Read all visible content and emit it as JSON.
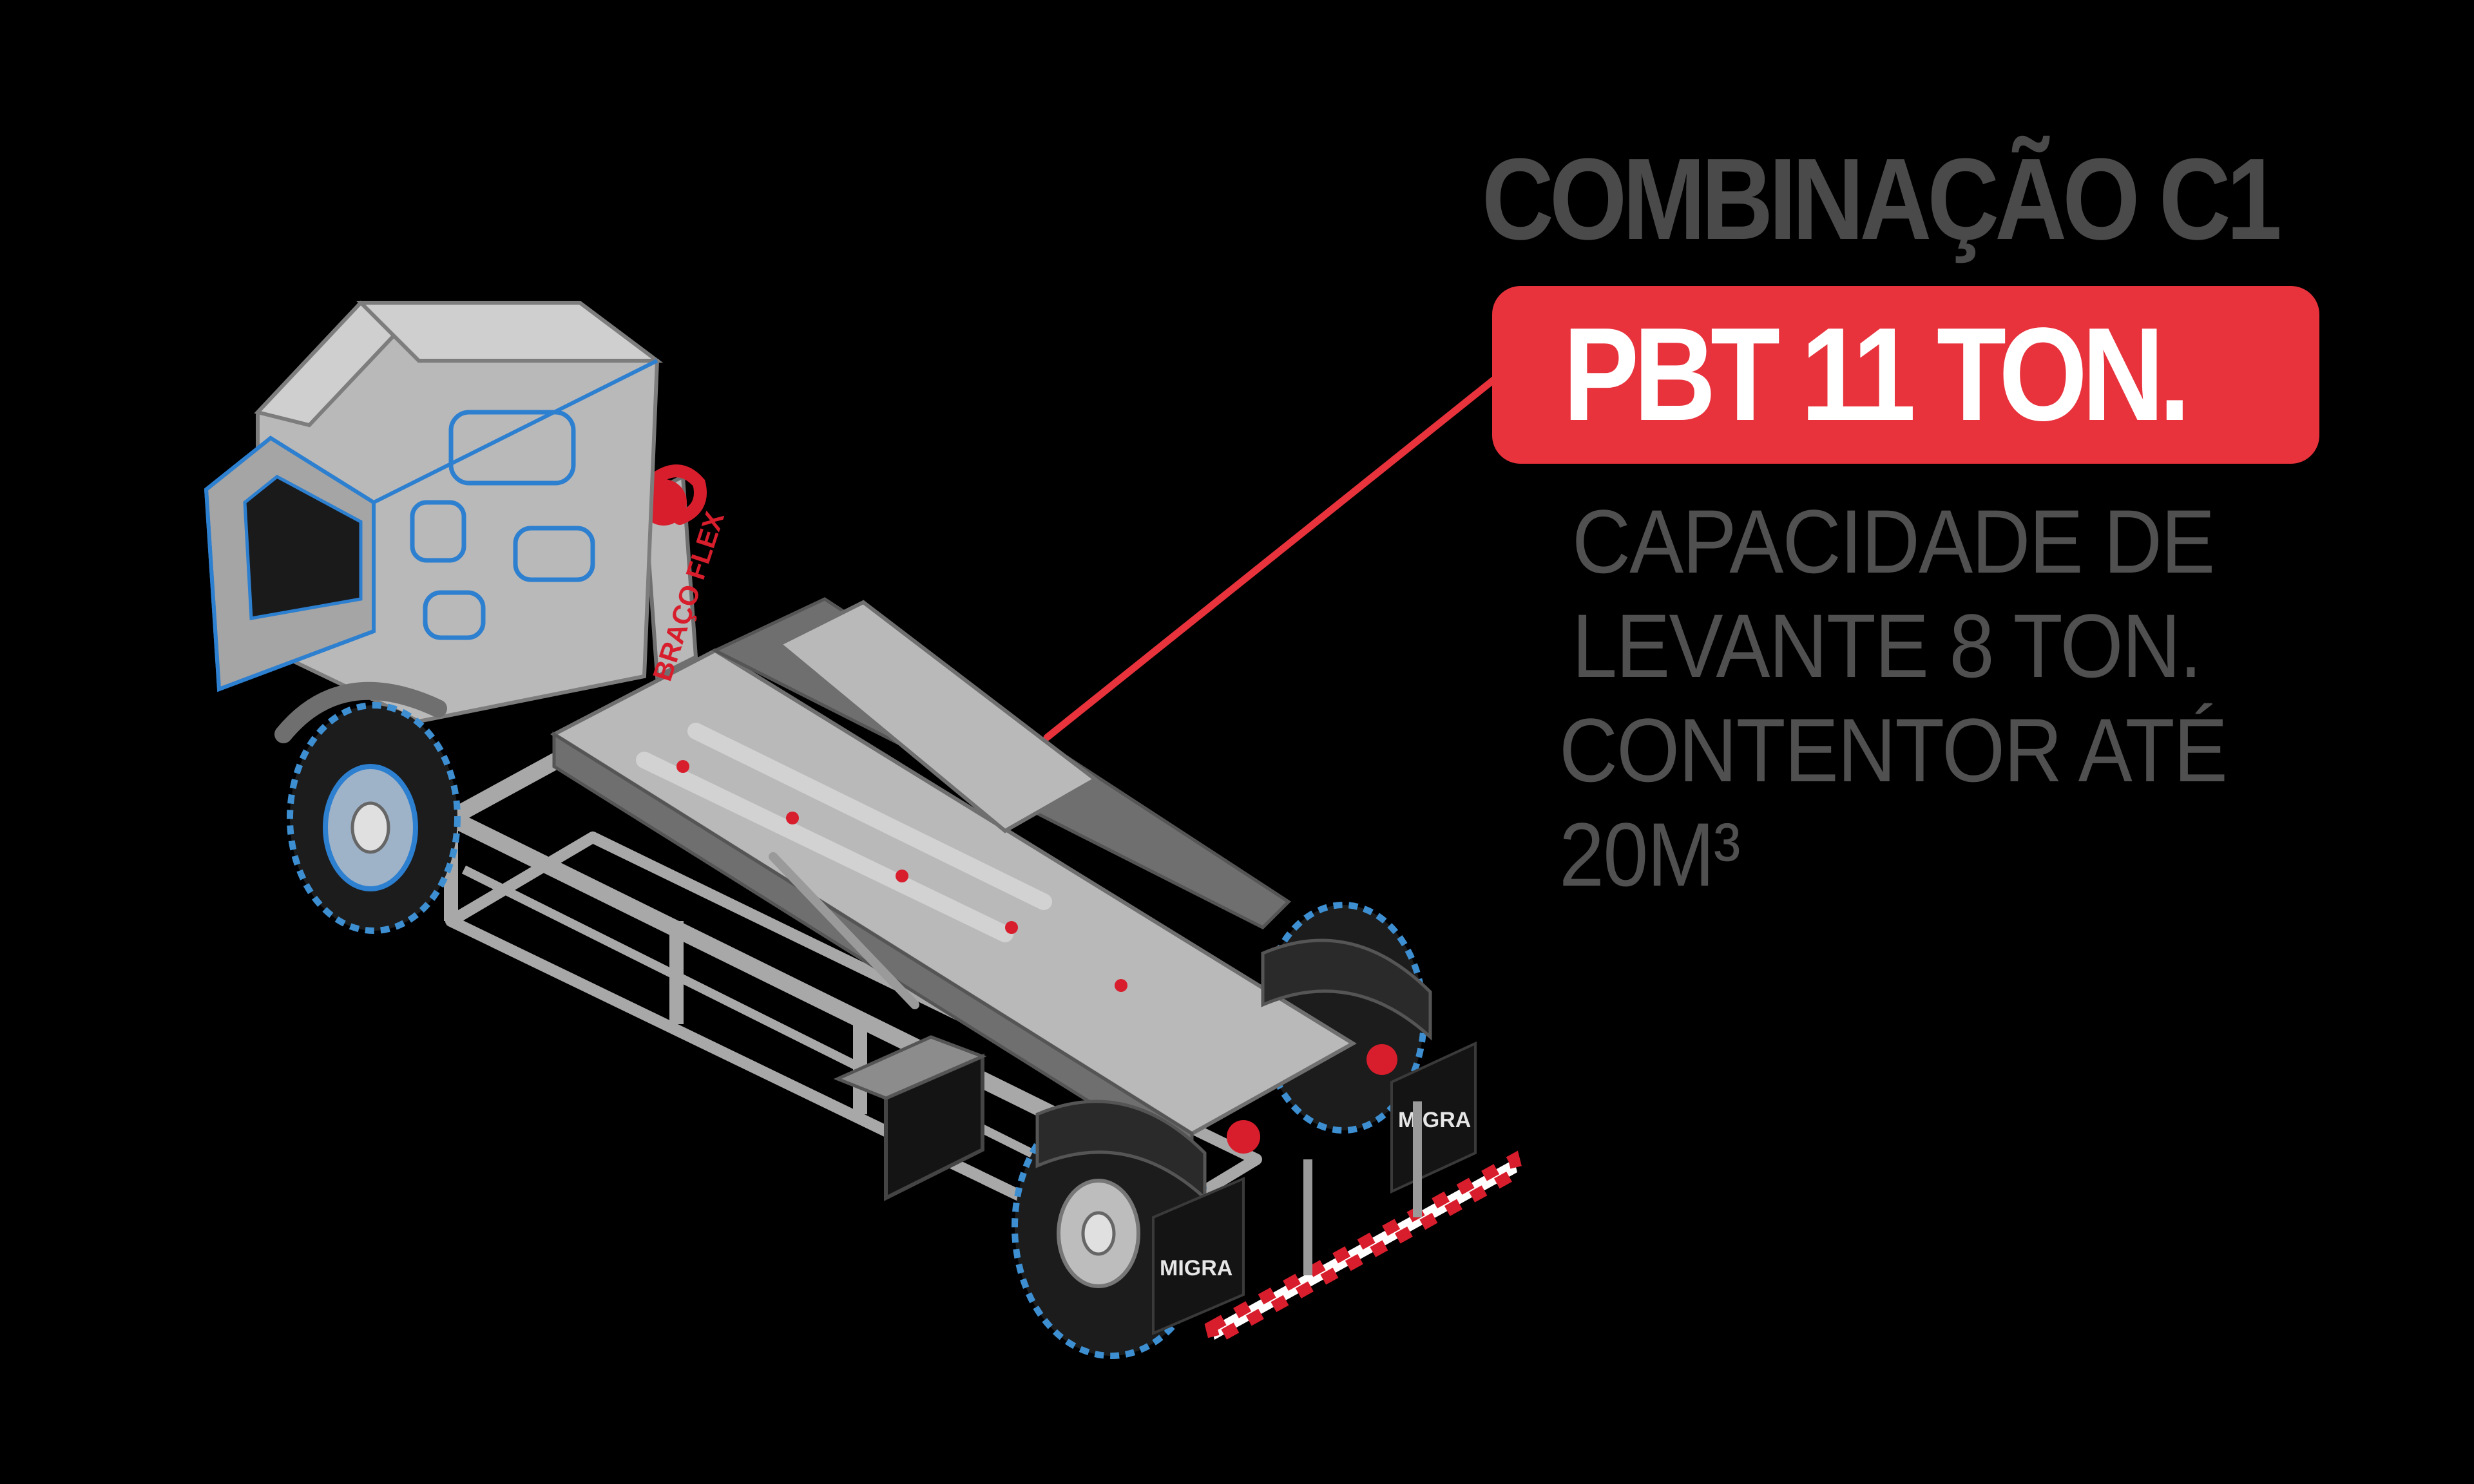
{
  "colors": {
    "background": "#000000",
    "headline": "#4a4a4a",
    "accent_red": "#e8323c",
    "spec_text": "#505050",
    "truck_body": "#b9b9b9",
    "truck_shadow": "#6f6f6f",
    "frame_light": "#a8a8a8",
    "tyre": "#1c1c1c",
    "tyre_highlight": "#3d8fd1",
    "outline_blue": "#2d7fd0",
    "reflector_red": "#d81e2c",
    "mudflap": "#141414"
  },
  "headline": {
    "title": "COMBINAÇÃO C1"
  },
  "badge": {
    "label": "PBT 11 TON."
  },
  "specs": {
    "lift_line1": "CAPACIDADE DE",
    "lift_line2": "LEVANTE 8 TON.",
    "container_line1": "CONTENTOR ATÉ",
    "container_line2": "20M³"
  },
  "illustration": {
    "arm_text": "BRAÇO FLEX",
    "mudflap_text": "MIGRA",
    "icon": "hooklift-truck-icon"
  }
}
